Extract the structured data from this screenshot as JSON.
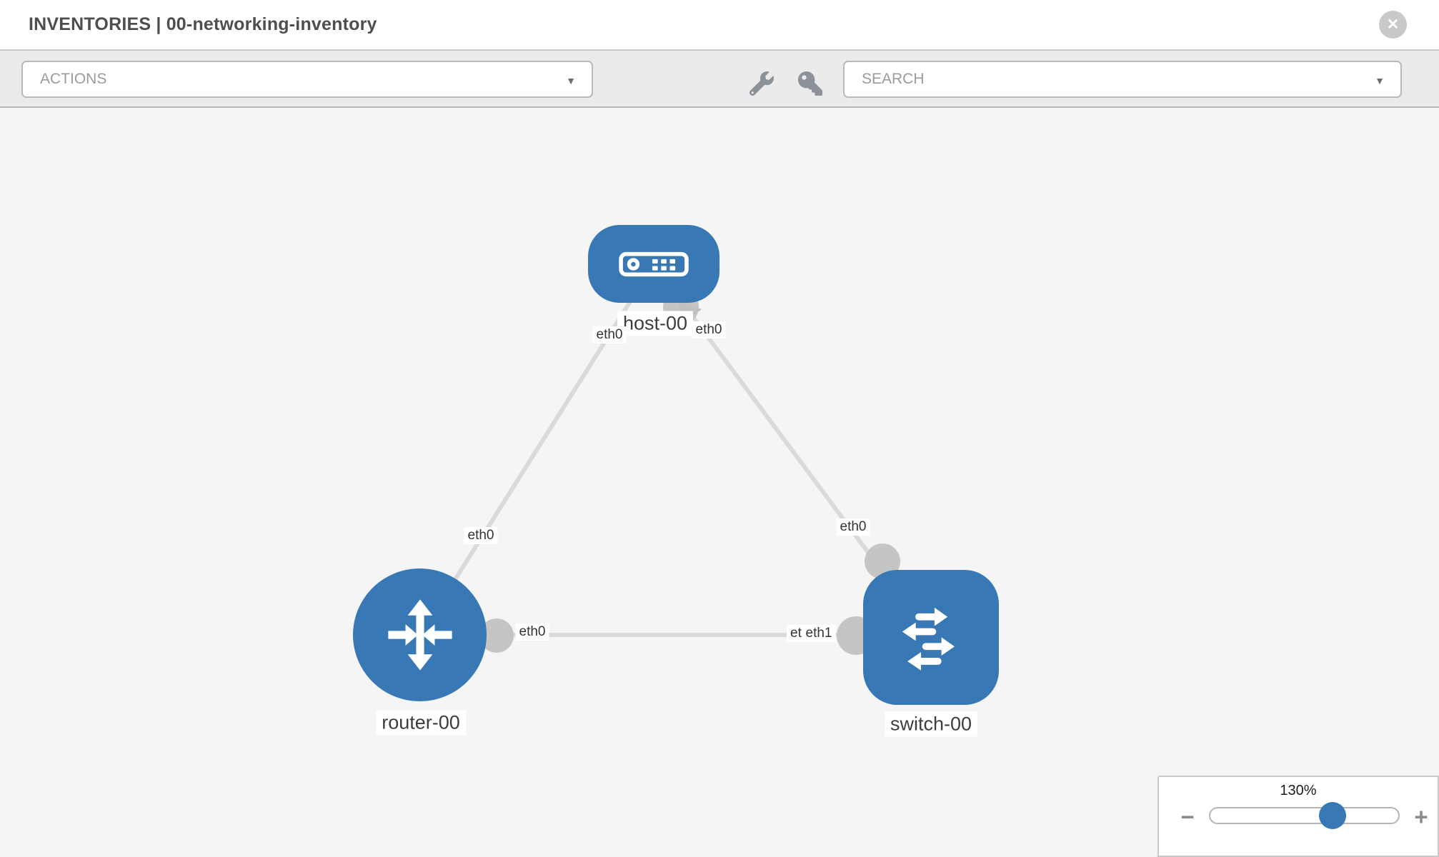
{
  "header": {
    "title": "INVENTORIES | 00-networking-inventory",
    "close_glyph": "✕"
  },
  "toolbar": {
    "actions_label": "ACTIONS",
    "search_label": "SEARCH",
    "caret_glyph": "▼",
    "icons": [
      {
        "name": "wrench-icon"
      },
      {
        "name": "key-icon"
      }
    ]
  },
  "canvas": {
    "nodes": [
      {
        "id": "host-00",
        "label": "host-00",
        "type": "host",
        "shape": "rounded-rect",
        "icon": "server-icon"
      },
      {
        "id": "router-00",
        "label": "router-00",
        "type": "router",
        "shape": "circle",
        "icon": "router-arrows-icon"
      },
      {
        "id": "switch-00",
        "label": "switch-00",
        "type": "switch",
        "shape": "rounded-square",
        "icon": "switch-arrows-icon"
      }
    ],
    "links": [
      {
        "from": "host-00",
        "to": "router-00"
      },
      {
        "from": "host-00",
        "to": "switch-00"
      },
      {
        "from": "router-00",
        "to": "switch-00"
      }
    ],
    "iface_labels": [
      {
        "text": "eth0",
        "link": "host-router",
        "end": "host"
      },
      {
        "text": "eth0",
        "link": "host-switch",
        "end": "host"
      },
      {
        "text": "eth0",
        "link": "host-router",
        "end": "router"
      },
      {
        "text": "eth0",
        "link": "host-switch",
        "end": "switch"
      },
      {
        "text": "eth0",
        "link": "router-switch",
        "end": "router"
      },
      {
        "text": "eth",
        "link": "router-switch",
        "end": "switch"
      },
      {
        "text": "eth1",
        "link": "router-switch",
        "end": "switch"
      }
    ]
  },
  "zoom_control": {
    "value_label": "130%",
    "percent": 65,
    "minus_glyph": "−",
    "plus_glyph": "+"
  },
  "colors": {
    "node_blue": "#3778b5",
    "link_gray": "#dadada",
    "endpoint_gray": "#c5c5c5",
    "canvas_bg": "#f5f5f5",
    "toolbar_bg": "#ebebeb"
  }
}
